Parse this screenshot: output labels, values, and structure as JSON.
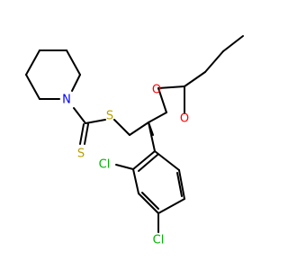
{
  "molecule": {
    "atom_labels": {
      "nitrogen": "N",
      "sulfur_thioester": "S",
      "sulfur_thione": "S",
      "oxygen_upper": "O",
      "oxygen_lower": "O",
      "chlorine_ortho": "Cl",
      "chlorine_para": "Cl"
    },
    "colors": {
      "bond": "#000000",
      "nitrogen": "#0000ff",
      "oxygen": "#ff0000",
      "sulfur": "#b8a000",
      "chlorine": "#00b400"
    }
  }
}
